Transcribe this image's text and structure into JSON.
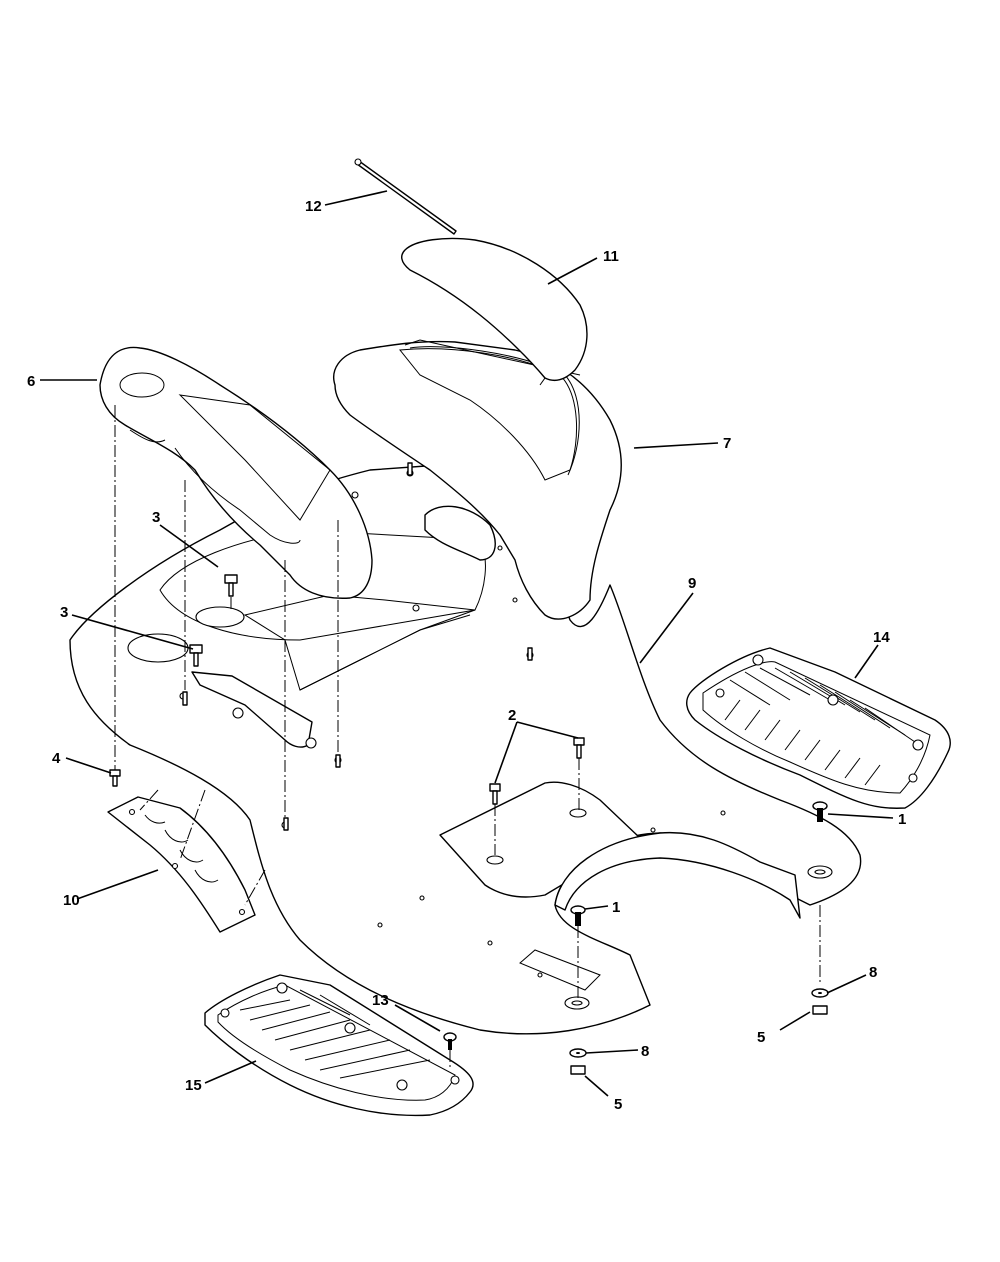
{
  "callouts": {
    "c1a": "1",
    "c1b": "1",
    "c2": "2",
    "c3a": "3",
    "c3b": "3",
    "c4": "4",
    "c5a": "5",
    "c5b": "5",
    "c6": "6",
    "c7": "7",
    "c8a": "8",
    "c8b": "8",
    "c9": "9",
    "c10": "10",
    "c11": "11",
    "c12": "12",
    "c13": "13",
    "c14": "14",
    "c15": "15"
  }
}
